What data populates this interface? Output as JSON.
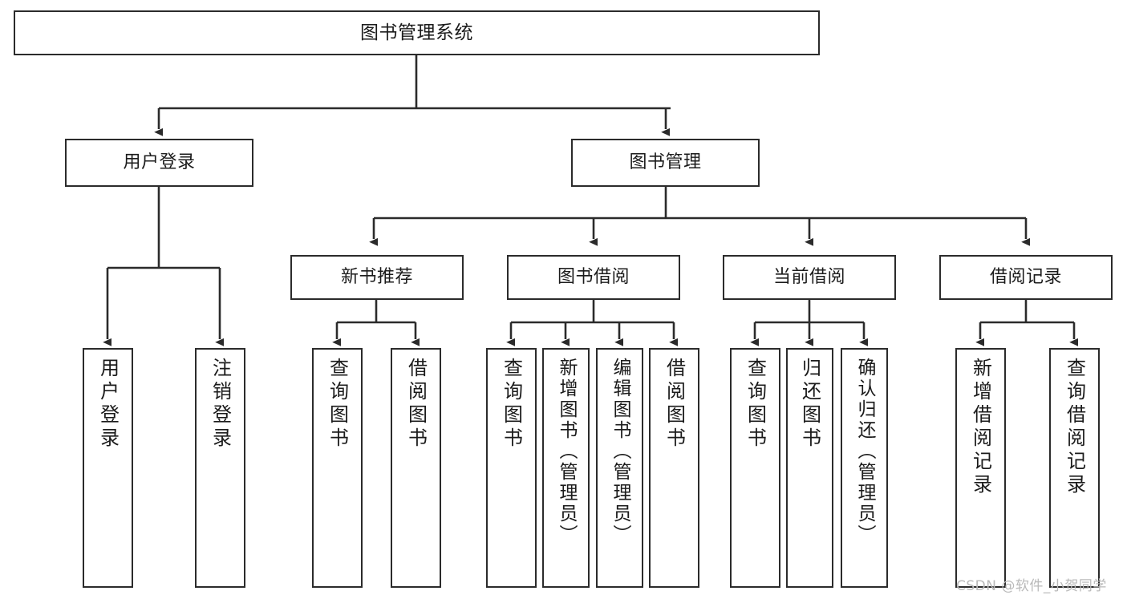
{
  "diagram": {
    "type": "tree",
    "title": "图书管理系统",
    "orientation": "top-down",
    "levels": 4,
    "line_color": "#2b2b2b",
    "box_fill": "#ffffff",
    "text_color": "#1b1b1b"
  },
  "nodes": {
    "root": {
      "label": "图书管理系统",
      "level": 0
    },
    "l1": [
      {
        "label": "用户登录",
        "level": 1
      },
      {
        "label": "图书管理",
        "level": 1
      }
    ],
    "l2": [
      {
        "label": "新书推荐",
        "level": 2,
        "parent": "图书管理"
      },
      {
        "label": "图书借阅",
        "level": 2,
        "parent": "图书管理"
      },
      {
        "label": "当前借阅",
        "level": 2,
        "parent": "图书管理"
      },
      {
        "label": "借阅记录",
        "level": 2,
        "parent": "图书管理"
      }
    ],
    "leaves": [
      {
        "label": "用户登录",
        "parent": "用户登录",
        "orientation": "vertical"
      },
      {
        "label": "注销登录",
        "parent": "用户登录",
        "orientation": "vertical"
      },
      {
        "label": "查询图书",
        "parent": "新书推荐",
        "orientation": "vertical"
      },
      {
        "label": "借阅图书",
        "parent": "新书推荐",
        "orientation": "vertical"
      },
      {
        "label": "查询图书",
        "parent": "图书借阅",
        "orientation": "vertical"
      },
      {
        "label": "新增图书（管理员）",
        "parent": "图书借阅",
        "orientation": "vertical"
      },
      {
        "label": "编辑图书（管理员）",
        "parent": "图书借阅",
        "orientation": "vertical"
      },
      {
        "label": "借阅图书",
        "parent": "图书借阅",
        "orientation": "vertical"
      },
      {
        "label": "查询图书",
        "parent": "当前借阅",
        "orientation": "vertical"
      },
      {
        "label": "归还图书",
        "parent": "当前借阅",
        "orientation": "vertical"
      },
      {
        "label": "确认归还（管理员）",
        "parent": "当前借阅",
        "orientation": "vertical"
      },
      {
        "label": "新增借阅记录",
        "parent": "借阅记录",
        "orientation": "vertical"
      },
      {
        "label": "查询借阅记录",
        "parent": "借阅记录",
        "orientation": "vertical"
      }
    ]
  },
  "watermark": {
    "text": "CSDN @软件_小贺同学"
  }
}
